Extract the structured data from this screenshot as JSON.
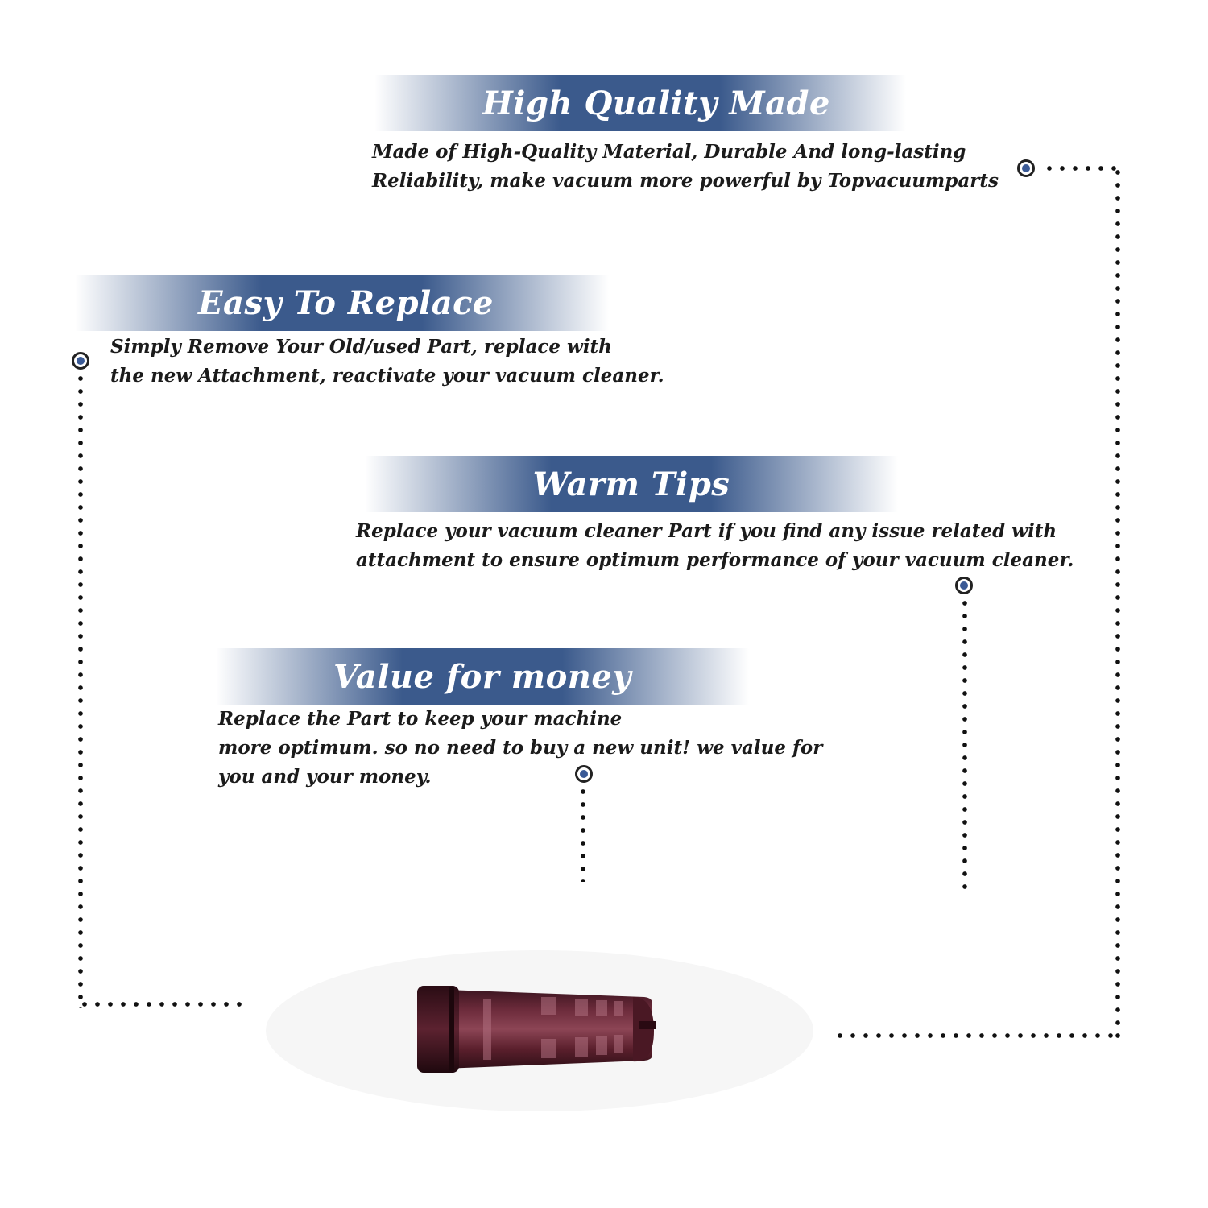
{
  "sections": {
    "high_quality": {
      "title": "High Quality Made",
      "lines": [
        "Made of  High-Quality Material, Durable And long-lasting",
        "Reliability, make vacuum more powerful by Topvacuumparts"
      ]
    },
    "easy_replace": {
      "title": "Easy To Replace",
      "lines": [
        "Simply Remove Your Old/used Part, replace with",
        "the new Attachment, reactivate your vacuum cleaner."
      ]
    },
    "warm_tips": {
      "title": "Warm Tips",
      "lines": [
        "Replace your vacuum cleaner Part if you find any issue related with",
        " attachment to ensure optimum performance of your vacuum cleaner."
      ]
    },
    "value": {
      "title": "Value for money",
      "lines": [
        "Replace the Part to keep your machine",
        "more optimum. so no need to buy a new unit! we value for",
        "you and your money."
      ]
    }
  },
  "colors": {
    "banner_blue": "#3b5a8c",
    "marker_blue": "#3a5a96",
    "product_maroon": "#5a1f2c",
    "text": "#1b1b1b"
  },
  "product": {
    "icon": "vacuum-attachment-tube-icon"
  }
}
